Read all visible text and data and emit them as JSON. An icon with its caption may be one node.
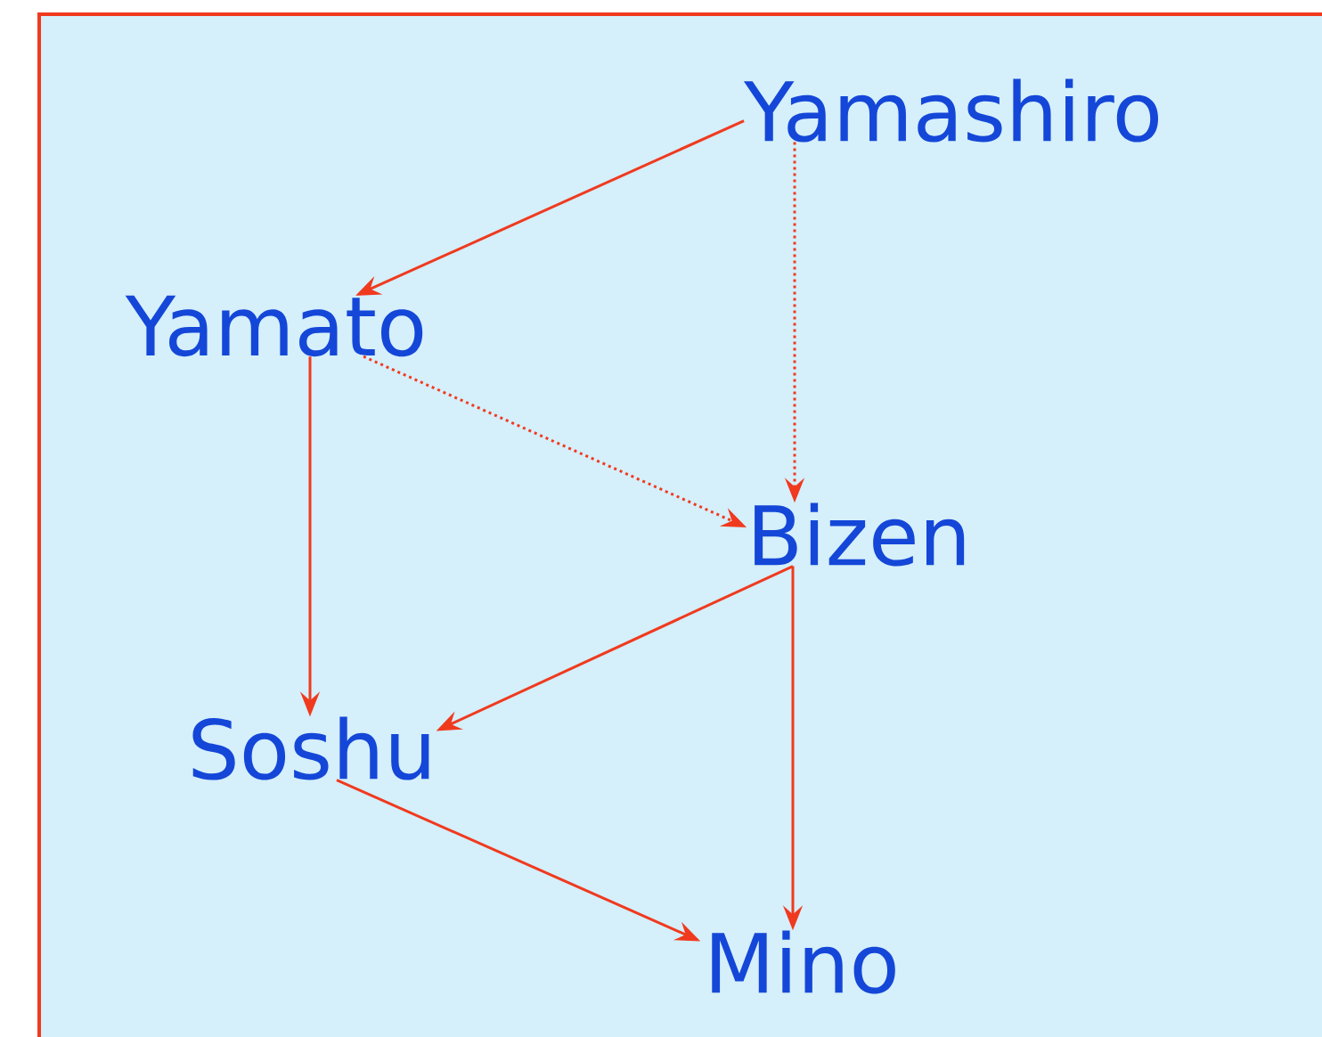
{
  "diagram": {
    "nodes": [
      {
        "text": [
          "Yamashiro"
        ]
      },
      {
        "text": [
          "Yamato"
        ]
      },
      {
        "text": [
          "Bizen"
        ]
      },
      {
        "text": [
          "Soshu"
        ]
      },
      {
        "text": [
          "Mino"
        ]
      }
    ],
    "edges": [
      {
        "from": 0,
        "to": 1,
        "arrow": "to"
      },
      {
        "from": 0,
        "to": 2,
        "arrow": "to",
        "style": "dashed"
      },
      {
        "from": 1,
        "to": 2,
        "arrow": "to",
        "style": "dashed"
      },
      {
        "from": 1,
        "to": 3,
        "arrow": "to"
      },
      {
        "from": 2,
        "to": 3,
        "arrow": "to"
      },
      {
        "from": 2,
        "to": 4,
        "arrow": "to"
      },
      {
        "from": 3,
        "to": 4,
        "arrow": "to"
      }
    ]
  }
}
